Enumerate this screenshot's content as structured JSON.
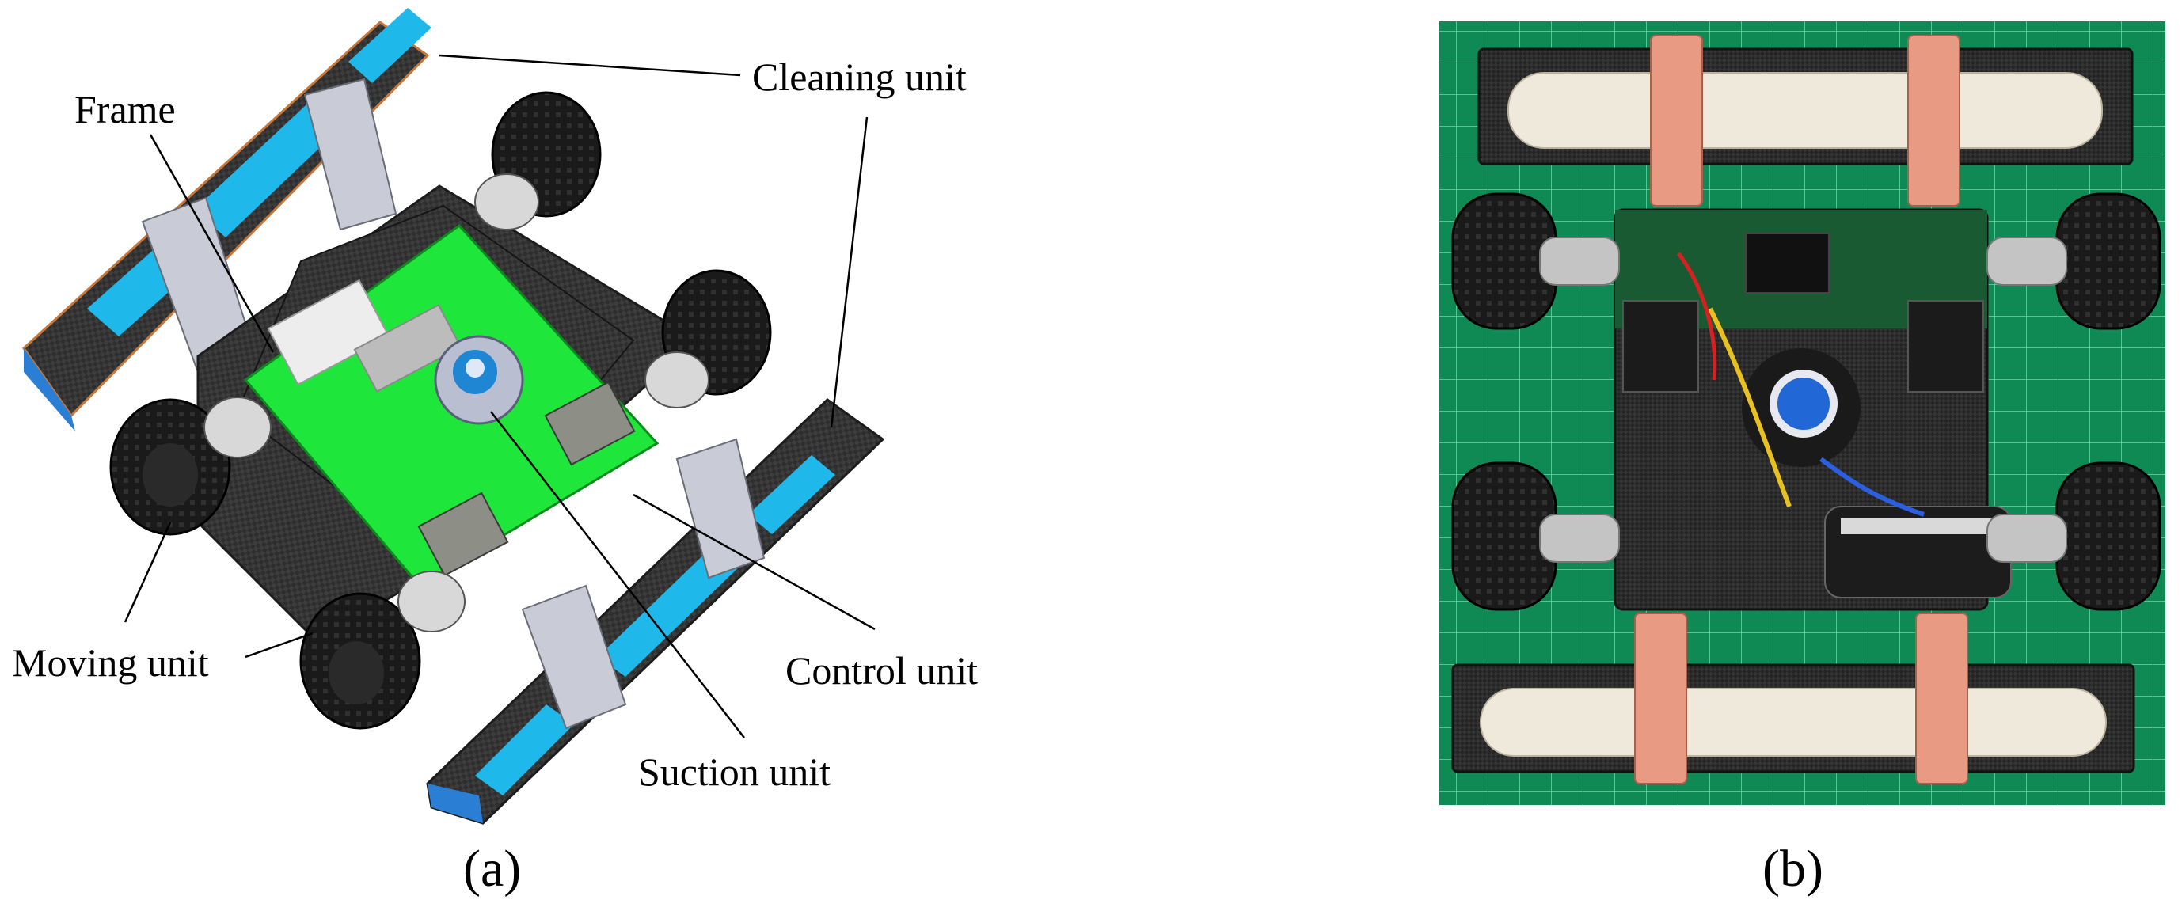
{
  "panel_a": {
    "labels": {
      "cleaning_unit": "Cleaning unit",
      "frame": "Frame",
      "moving_unit": "Moving unit",
      "control_unit": "Control unit",
      "suction_unit": "Suction unit"
    },
    "caption": "(a)"
  },
  "panel_b": {
    "caption": "(b)"
  },
  "colors": {
    "pcb_green": "#1fe63a",
    "brush_blue": "#19b8e6",
    "carbon_dark": "#2b2b2b",
    "mat_green": "#0f8a55",
    "bracket_pink": "#e89a82",
    "roller_white": "#efe9dc"
  }
}
